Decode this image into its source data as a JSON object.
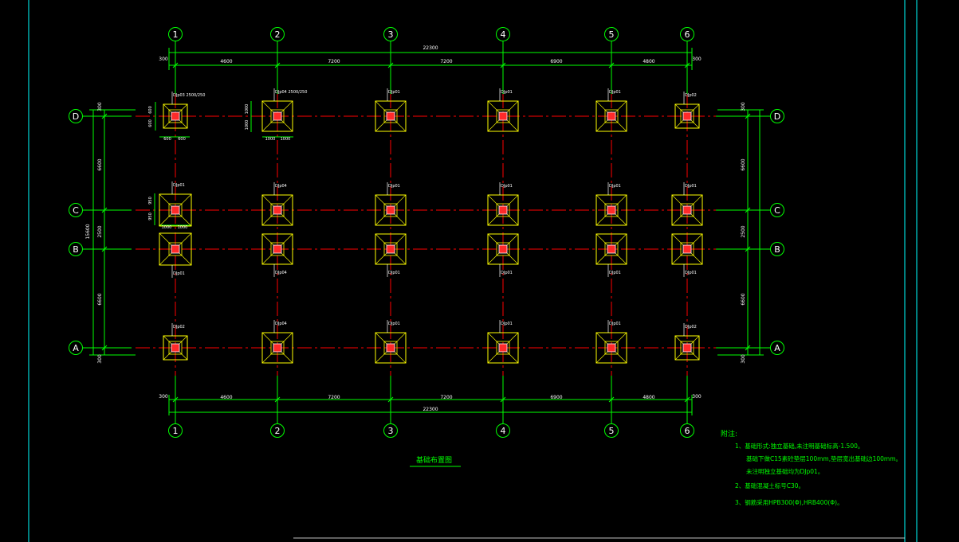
{
  "drawing": {
    "columns": [
      {
        "label": "1"
      },
      {
        "label": "2"
      },
      {
        "label": "3"
      },
      {
        "label": "4"
      },
      {
        "label": "5"
      },
      {
        "label": "6"
      }
    ],
    "rows": [
      {
        "label": "D"
      },
      {
        "label": "C"
      },
      {
        "label": "B"
      },
      {
        "label": "A"
      }
    ],
    "top_dims": {
      "total": "22300",
      "end_left": "300",
      "end_right": "300",
      "spans": [
        "4600",
        "7200",
        "7200",
        "6900",
        "4800"
      ]
    },
    "bottom_dims": {
      "total": "22300",
      "end_left": "300",
      "end_right": "300",
      "spans": [
        "4600",
        "7200",
        "7200",
        "6900",
        "4800"
      ]
    },
    "left_dims": {
      "outer_total": "15600",
      "end_top": "300",
      "end_bottom": "300",
      "spans": [
        "6600",
        "2500",
        "6600"
      ]
    },
    "right_dims": {
      "end_top": "300",
      "end_bottom": "300",
      "spans": [
        "6600",
        "2500",
        "6600"
      ]
    },
    "footing_labels": {
      "D": [
        "DJp03 2500/250",
        "DJp04 2500/250",
        "DJp01",
        "DJp01",
        "DJp01",
        "DJp02"
      ],
      "C": [
        "DJp01",
        "DJp04",
        "DJp01",
        "DJp01",
        "DJp01",
        "DJp01"
      ],
      "B": [
        "DJp01",
        "DJp04",
        "DJp01",
        "DJp01",
        "DJp01",
        "DJp01"
      ],
      "A": [
        "DJp02",
        "DJp04",
        "DJp01",
        "DJp01",
        "DJp01",
        "DJp02"
      ]
    },
    "detail_dims": {
      "d1_w": [
        "600",
        "600"
      ],
      "d1_h": [
        "600",
        "600"
      ],
      "d2_w": [
        "1000",
        "1000"
      ],
      "d2_h": [
        "1000",
        "1000"
      ],
      "c1_w": [
        "1000",
        "1000"
      ],
      "c1_h": [
        "950",
        "950"
      ]
    },
    "plan_title": "基础布置图"
  },
  "notes": {
    "heading": "附注:",
    "lines": [
      "1、基础形式:独立基础,未注明基础标高-1.500。",
      "基础下做C15素砼垫层100mm,垫层宽出基础边100mm。",
      "未注明独立基础均为DJp01。",
      "2、基础混凝土标号C30。",
      "3、钢筋采用HPB300(Φ),HRB400(Φ)。"
    ]
  },
  "colors": {
    "axis_red": "#ff0000",
    "dim_green": "#00ff00",
    "footing_yellow": "#ffff00",
    "frame_cyan": "#00ffff",
    "text_white": "#ffffff",
    "column_red": "#ff2a2a"
  }
}
